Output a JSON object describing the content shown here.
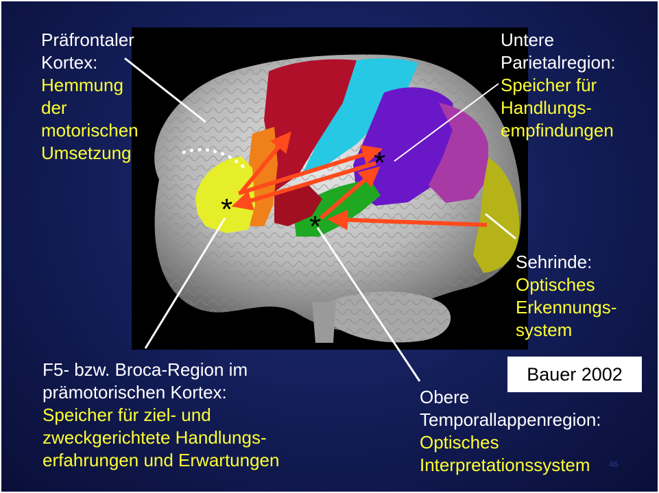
{
  "colors": {
    "background": "#161f5e",
    "label_white": "#ffffff",
    "label_yellow": "#ffff33",
    "arrow": "#ff4a1c",
    "pointer_line": "#ffffff"
  },
  "labels": {
    "prefrontal": {
      "title": [
        "Präfrontaler",
        "Kortex:"
      ],
      "desc": [
        "Hemmung",
        "der",
        "motorischen",
        "Umsetzung"
      ]
    },
    "parietal": {
      "title": [
        "Untere",
        "Parietalregion:"
      ],
      "desc": [
        "Speicher für",
        "Handlungs-",
        "empfindungen"
      ]
    },
    "visual": {
      "title": [
        "Sehrinde:"
      ],
      "desc": [
        "Optisches",
        "Erkennungs-",
        "system"
      ]
    },
    "broca": {
      "title": [
        "F5- bzw. Broca-Region im",
        "prämotorischen Kortex:"
      ],
      "desc": [
        "Speicher für ziel- und",
        "zweckgerichtete Handlungs-",
        "erfahrungen und Erwartungen"
      ]
    },
    "temporal": {
      "title": [
        "Obere",
        "Temporallappenregion:"
      ],
      "desc": [
        "Optisches",
        "Interpretationssystem"
      ]
    }
  },
  "markers": [
    "*",
    "*",
    "*"
  ],
  "credit": "Bauer 2002",
  "page_number": "46"
}
